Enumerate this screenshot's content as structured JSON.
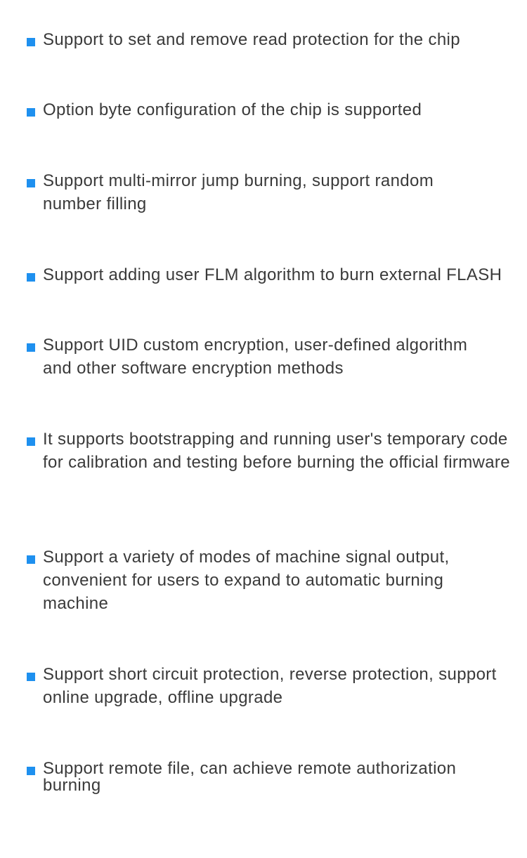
{
  "accent_color": "#1e90ef",
  "bullet_icon": "square-bullet-icon",
  "features": [
    "Support to set and remove read protection for the chip",
    "Option byte configuration of the chip is supported",
    "Support multi-mirror jump burning, support random number filling",
    "Support adding user FLM algorithm to burn external FLASH",
    "Support UID custom encryption, user-defined algorithm and other software encryption methods",
    "It supports bootstrapping and running user's temporary code for calibration and testing before burning the official firmware",
    "Support a variety of modes of machine signal output, convenient for users to expand to automatic burning machine",
    "Support short circuit protection, reverse protection, support online upgrade, offline upgrade",
    "Support remote file, can achieve remote authorization burning"
  ]
}
